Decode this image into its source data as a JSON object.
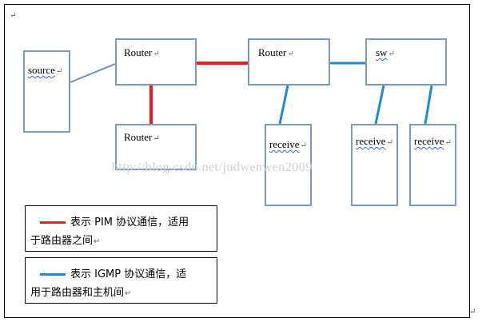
{
  "nodes": {
    "source": "source",
    "router1": "Router",
    "router2": "Router",
    "router3": "Router",
    "sw": "sw",
    "receive1": "receive",
    "receive2": "receive",
    "receive3": "receive"
  },
  "paragraph_mark": "↵",
  "watermark": "http://blog.csdn.net/judwenwen2009",
  "legend": {
    "pim_line1": "表示 PIM 协议通信，适用",
    "pim_line2": "于路由器之间",
    "igmp_line1": "表示 IGMP 协议通信，适",
    "igmp_line2": "用于路由器和主机间"
  },
  "colors": {
    "pim": "#ee1c1c",
    "igmp": "#1f8ad1",
    "source_link": "#6f8fb5",
    "box_border": "#7f99b8"
  }
}
